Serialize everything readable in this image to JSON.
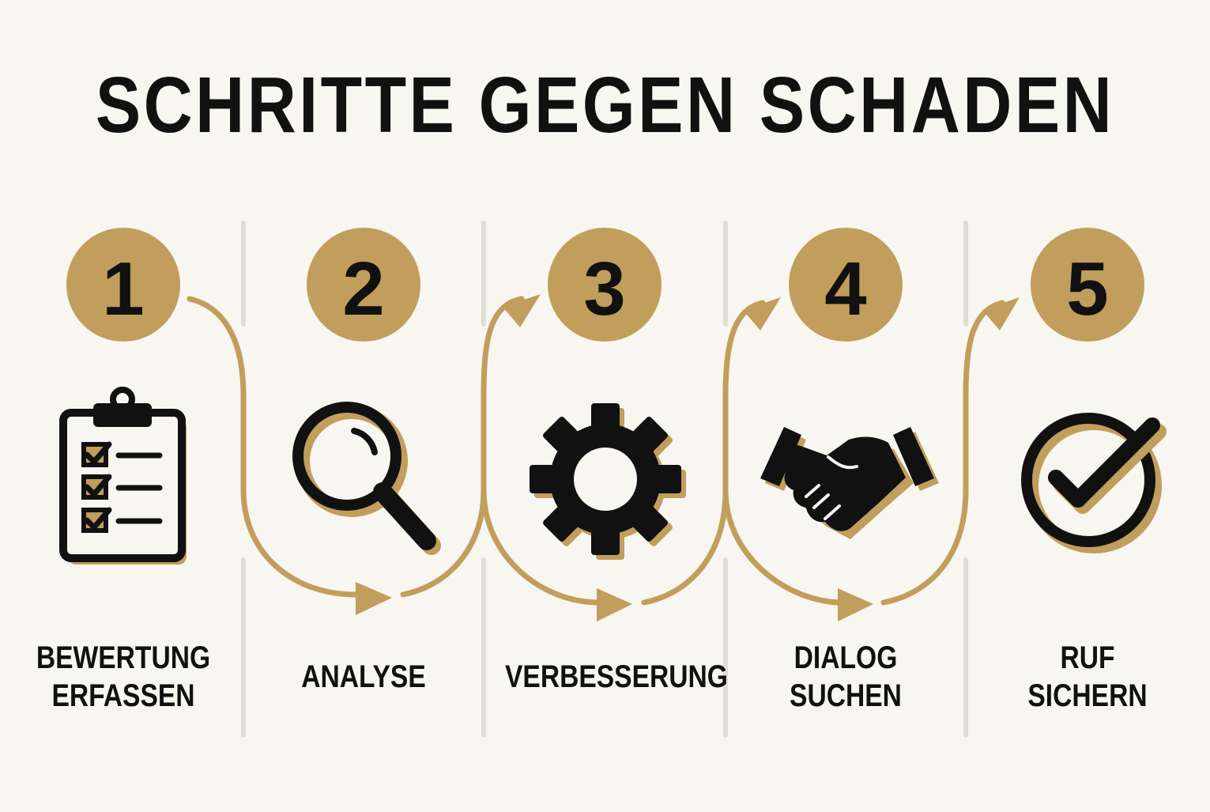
{
  "title": "SCHRITTE GEGEN SCHADEN",
  "colors": {
    "accent": "#c19e5b",
    "ink": "#111111",
    "background": "#f7f6f1",
    "divider": "#e0ddd6"
  },
  "steps": [
    {
      "number": "1",
      "icon": "clipboard-checklist-icon",
      "label_lines": [
        "BEWERTUNG",
        "ERFASSEN"
      ]
    },
    {
      "number": "2",
      "icon": "magnifying-glass-icon",
      "label_lines": [
        "ANALYSE"
      ]
    },
    {
      "number": "3",
      "icon": "gear-icon",
      "label_lines": [
        "VERBESSERUNG"
      ]
    },
    {
      "number": "4",
      "icon": "handshake-icon",
      "label_lines": [
        "DIALOG",
        "SUCHEN"
      ]
    },
    {
      "number": "5",
      "icon": "check-circle-icon",
      "label_lines": [
        "RUF",
        "SICHERN"
      ]
    }
  ]
}
